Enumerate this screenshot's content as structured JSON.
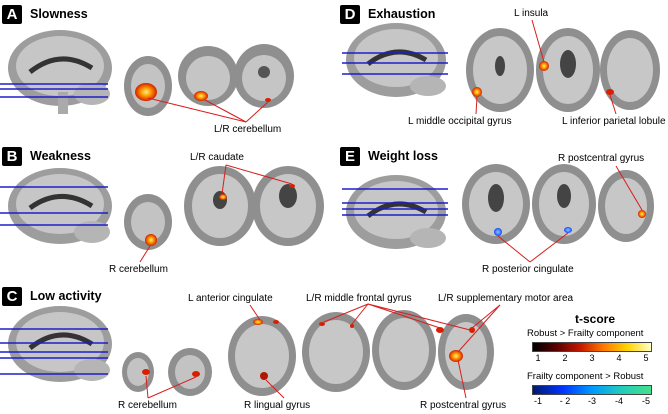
{
  "panels": {
    "A": {
      "letter": "A",
      "title": "Slowness",
      "labels": [
        "L/R cerebellum"
      ]
    },
    "B": {
      "letter": "B",
      "title": "Weakness",
      "labels": [
        "L/R caudate",
        "R cerebellum"
      ]
    },
    "C": {
      "letter": "C",
      "title": "Low activity",
      "labels": [
        "L anterior cingulate",
        "L/R middle frontal gyrus",
        "L/R supplementary motor area",
        "R cerebellum",
        "R lingual gyrus",
        "R postcentral gyrus"
      ]
    },
    "D": {
      "letter": "D",
      "title": "Exhaustion",
      "labels": [
        "L insula",
        "L middle occipital gyrus",
        "L inferior parietal lobule"
      ]
    },
    "E": {
      "letter": "E",
      "title": "Weight loss",
      "labels": [
        "R postcentral gyrus",
        "R posterior cingulate"
      ]
    }
  },
  "legend": {
    "title": "t-score",
    "pos_label": "Robust > Frailty component",
    "pos_ticks": [
      "1",
      "2",
      "3",
      "4",
      "5"
    ],
    "neg_label": "Frailty component > Robust",
    "neg_ticks": [
      "-1",
      "- 2",
      "-3",
      "-4",
      "-5"
    ],
    "pos_colors": [
      "#000000",
      "#5a0000",
      "#c41800",
      "#ff7a00",
      "#ffd400",
      "#ffffc8"
    ],
    "neg_colors": [
      "#001a6e",
      "#0033ff",
      "#0099ff",
      "#22ccbb",
      "#44e08a"
    ]
  },
  "colors": {
    "line_blue": "#1e1ec8",
    "pointer_red": "#d81e1e"
  }
}
